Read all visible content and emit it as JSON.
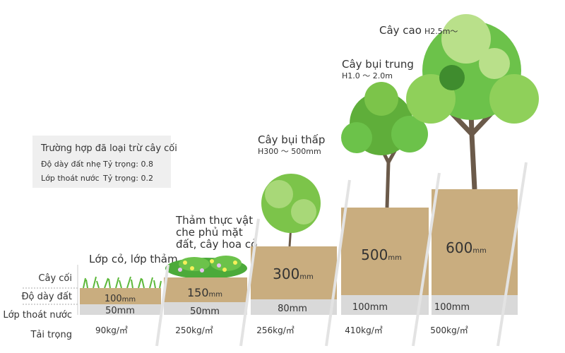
{
  "legend_box": {
    "title": "Trường hợp đã loại trừ cây cối",
    "rows": [
      {
        "label": "Độ dày đất nhẹ",
        "value": "Tỷ trọng: 0.8"
      },
      {
        "label": "Lớp thoát nước",
        "value": "Tỷ trọng: 0.2"
      }
    ]
  },
  "row_labels": {
    "plants": "Cây cối",
    "soil": "Độ dày đất",
    "drainage": "Lớp thoát nước",
    "load": "Tải trọng"
  },
  "columns": [
    {
      "title": [
        "Lớp cỏ, lớp thảm"
      ],
      "soil_value": "100",
      "soil_unit": "mm",
      "drainage": "50mm",
      "load": "90kg/㎡"
    },
    {
      "title": [
        "Thảm thực vật",
        "che phủ mặt",
        "đất, cây hoa cỏ"
      ],
      "soil_value": "150",
      "soil_unit": "mm",
      "drainage": "50mm",
      "load": "250kg/㎡"
    },
    {
      "title": [
        "Cây bụi thấp"
      ],
      "subtitle": "H300 ～ 500mm",
      "soil_value": "300",
      "soil_unit": "mm",
      "drainage": "80mm",
      "load": "256kg/㎡"
    },
    {
      "title": [
        "Cây bụi trung"
      ],
      "subtitle": "H1.0 ～ 2.0m",
      "soil_value": "500",
      "soil_unit": "mm",
      "drainage": "100mm",
      "load": "410kg/㎡"
    },
    {
      "title": [
        "Cây cao"
      ],
      "subtitle": "H2.5m～",
      "soil_value": "600",
      "soil_unit": "mm",
      "drainage": "100mm",
      "load": "500kg/㎡"
    }
  ],
  "colors": {
    "soil": "#c9ad7f",
    "gravel": "#d9d9d9",
    "leaf": "#7cc44a",
    "leaf_light": "#b9e08a",
    "trunk": "#6b5a4a",
    "box": "#efefef"
  }
}
